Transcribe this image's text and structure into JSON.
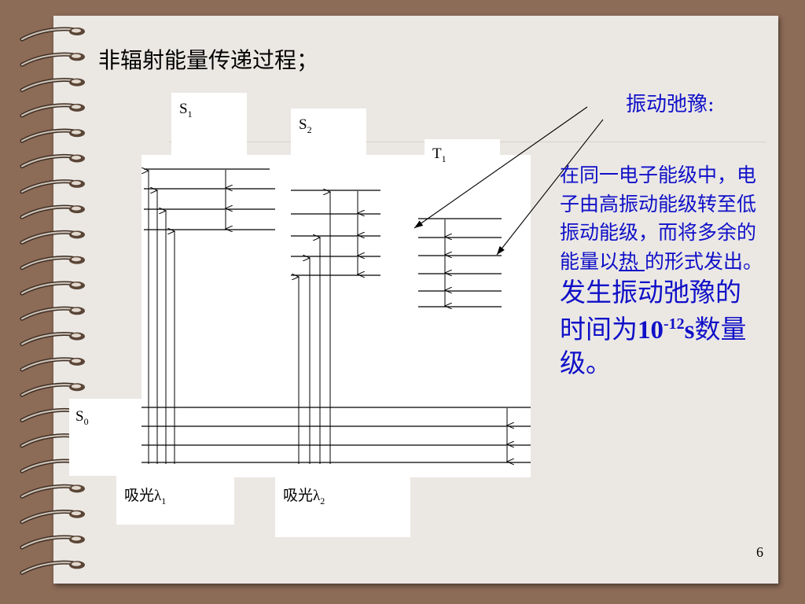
{
  "title": "非辐射能量传递过程；",
  "vibration_title": "振动弛豫:",
  "levels": {
    "s1": {
      "main": "S",
      "sub": "1"
    },
    "s2": {
      "main": "S",
      "sub": "2"
    },
    "t1": {
      "main": "T",
      "sub": "1"
    },
    "s0": {
      "main": "S",
      "sub": "0"
    }
  },
  "absorption": [
    {
      "prefix": "吸光",
      "symbol": "λ",
      "sub": "1"
    },
    {
      "prefix": "吸光",
      "symbol": "λ",
      "sub": "2"
    }
  ],
  "description": {
    "part1": "在同一电子能级中，电子由高振动能级转至低振动能级，而将多余的能量以",
    "heat": "热 ",
    "part2": "的形式发出。",
    "big1": "发生振动弛豫的时间为",
    "num": "10",
    "exp": "-12",
    "unit": "s",
    "big2": "数量级。"
  },
  "page_number": "6",
  "colors": {
    "text_blue": "#1010c8",
    "frame": "#8c6b57",
    "slide_bg": "#ebe8e4"
  }
}
